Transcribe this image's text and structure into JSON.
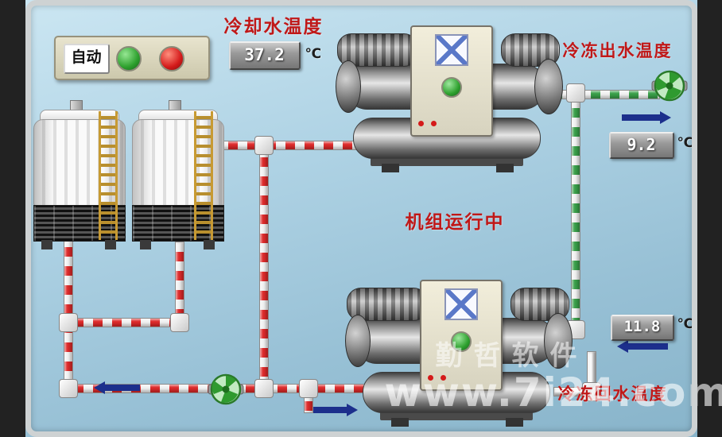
{
  "hmi": {
    "control_panel": {
      "auto_button": "自动"
    },
    "labels": {
      "cooling_water_temp": "冷却水温度",
      "chilled_outlet_temp": "冷冻出水温度",
      "chilled_return_temp": "冷冻回水温度",
      "unit_running_status": "机组运行中",
      "degree_unit": "℃"
    },
    "readings": {
      "cooling_water_temp": "37.2",
      "chilled_outlet_temp": "9.2",
      "chilled_return_temp": "11.8"
    },
    "colors": {
      "label_red": "#c01818",
      "pipe_red": "#dd2a2a",
      "pipe_green": "#3aa04a",
      "arrow_blue": "#1c2f8c",
      "lamp_green": "#2da02d",
      "lamp_red": "#d41a1a"
    },
    "watermark": {
      "line1": "勤哲软件",
      "line2": "www.7i24.com"
    }
  }
}
